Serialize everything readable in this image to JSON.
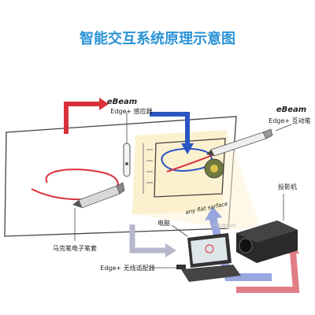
{
  "title": "智能交互系统原理示意图",
  "brand": "eBeam",
  "labels": {
    "sensor": "Edge+ 感应器",
    "pen": "Edge+ 互动笔",
    "projector": "投影机",
    "computer": "电脑",
    "marker_sleeve": "马克笔电子笔套",
    "adapter": "Edge+ 无线适配器",
    "surface": "any flat surface",
    "watermark": "ideaplus"
  },
  "colors": {
    "title": "#2a93d5",
    "red_arrow": "#d9303a",
    "blue_arrow": "#2b56c2",
    "gray_arrow": "#b8b8cc",
    "projection_area": "#fbefc7",
    "board_stroke": "#444444"
  }
}
